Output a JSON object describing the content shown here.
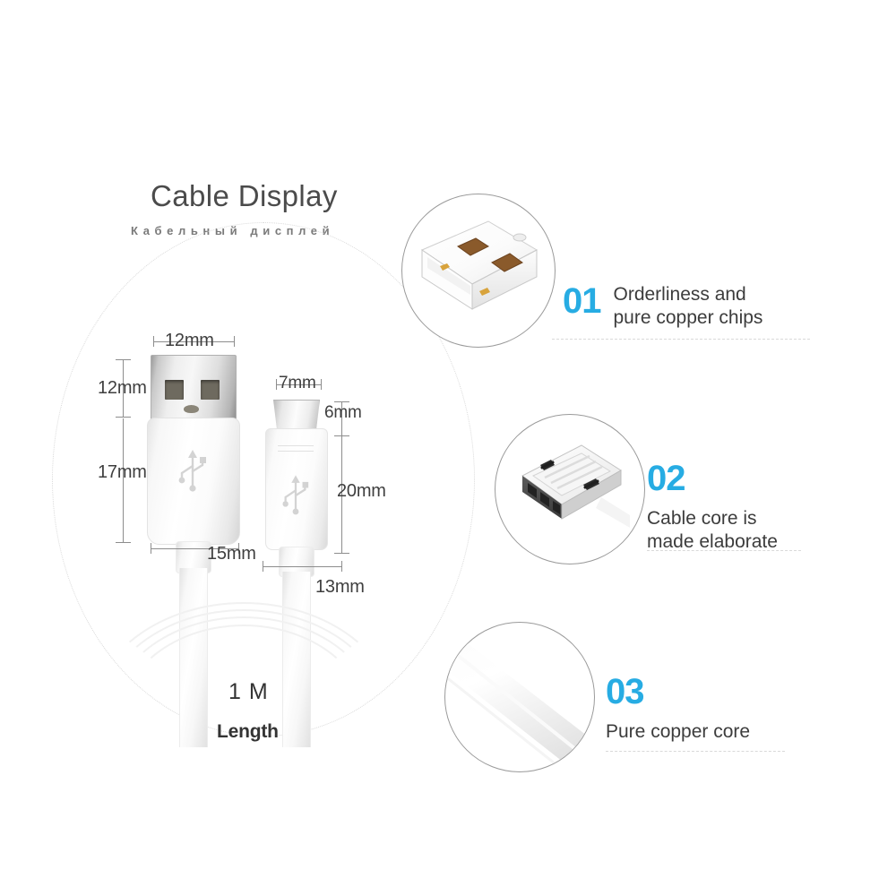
{
  "header": {
    "title": "Cable Display",
    "subtitle": "Кабельный дисплей"
  },
  "diagram": {
    "name": "usb-cable-dimension-diagram",
    "usb_a": {
      "label": "usb-a-connector",
      "width_label": "12mm",
      "head_height_label": "12mm",
      "body_height_label": "17mm",
      "body_width_label": "15mm"
    },
    "micro_usb": {
      "label": "micro-usb-connector",
      "tip_width_label": "7mm",
      "tip_height_label": "6mm",
      "total_height_label": "20mm",
      "body_width_label": "13mm"
    },
    "length": {
      "value": "1 M",
      "caption": "Length"
    }
  },
  "features": [
    {
      "number": "01",
      "text": "Orderliness and\npure copper chips",
      "photo": "usb-a-connector-closeup-photo"
    },
    {
      "number": "02",
      "text": "Cable core is\nmade elaborate",
      "photo": "micro-usb-core-closeup-photo"
    },
    {
      "number": "03",
      "text": "Pure copper core",
      "photo": "cable-strand-closeup-photo"
    }
  ],
  "colors": {
    "accent": "#27ACE3",
    "text": "#3c3c3c",
    "background": "#ffffff",
    "rule": "#d9d9d9"
  }
}
